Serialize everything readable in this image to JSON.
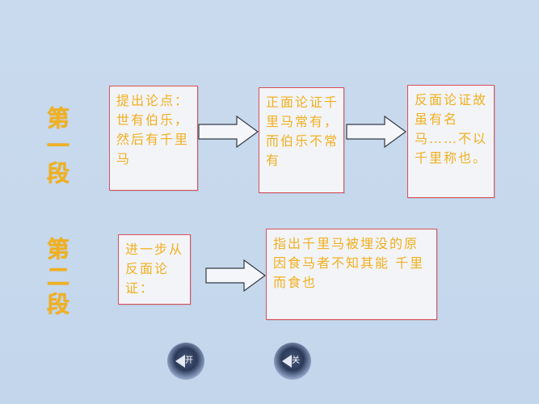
{
  "sections": [
    {
      "label_chars": [
        "第",
        "一",
        "段"
      ]
    },
    {
      "label_chars": [
        "第",
        "二",
        "段"
      ]
    }
  ],
  "boxes": {
    "s1_b1": "提出论点：世有伯乐，然后有千里马",
    "s1_b2": "正面论证千里马常有，而伯乐不常有",
    "s1_b3": "反面论证故虽有名马……不以千里称也。",
    "s2_b1": "进一步从反面论证：",
    "s2_b2": "指出千里马被埋没的原因食马者不知其能 千里而食也"
  },
  "nav": {
    "prev_label": "开",
    "next_label": "关"
  },
  "colors": {
    "background": "#c8d9ec",
    "text": "#f0b020",
    "box_border": "#d8505a"
  }
}
